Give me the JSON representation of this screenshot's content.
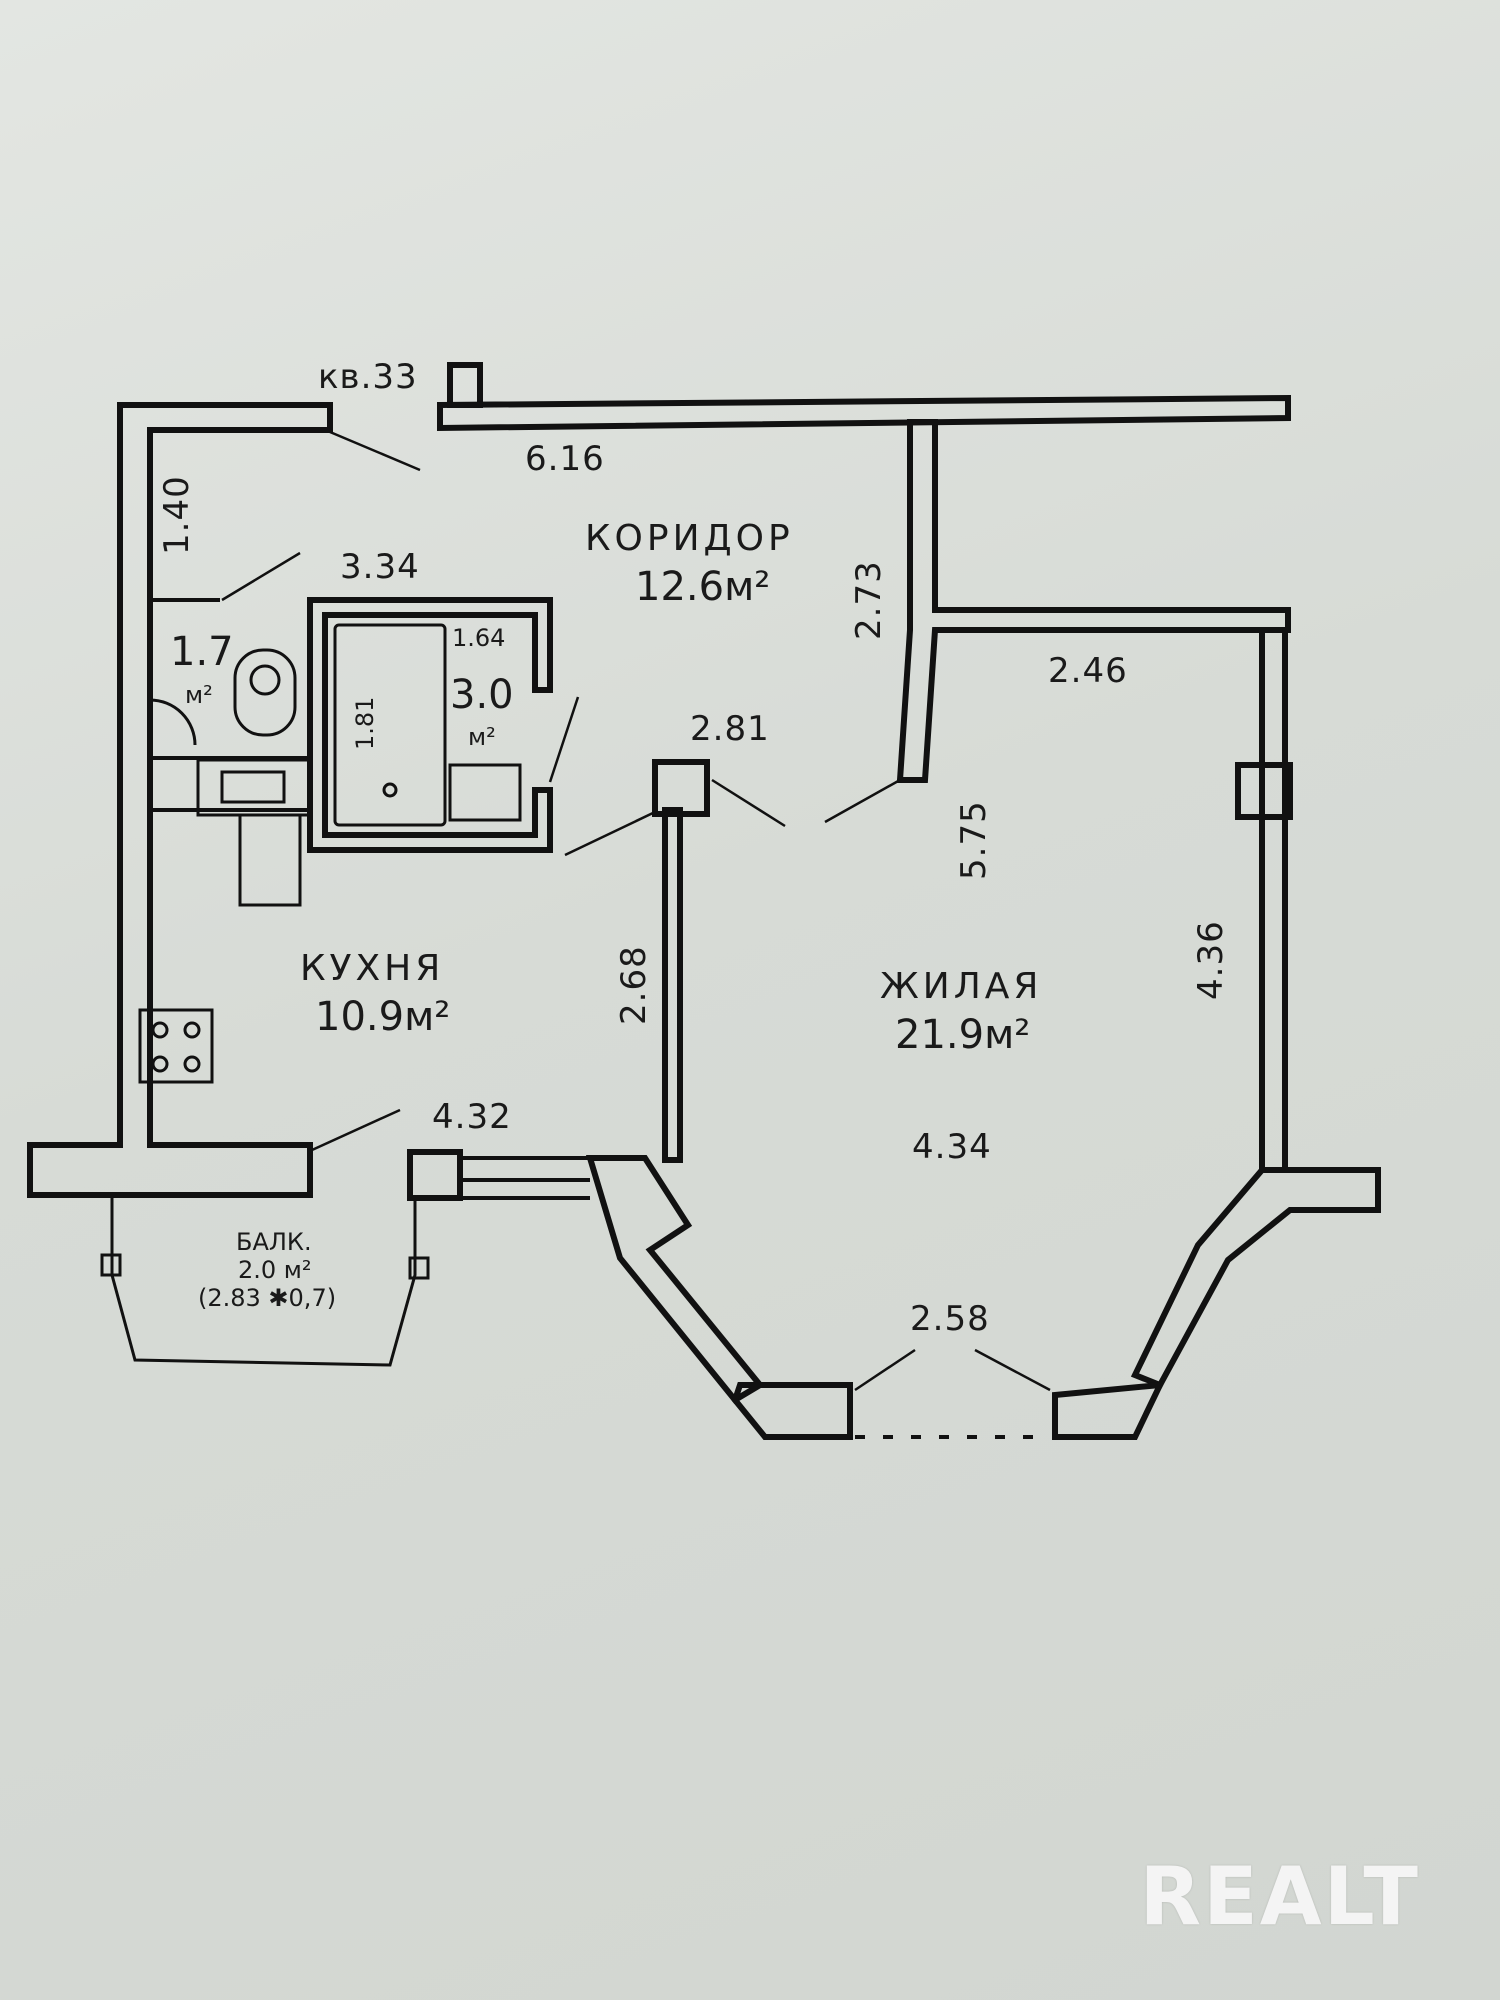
{
  "plan": {
    "apartment_label": "кв.33",
    "rooms": {
      "corridor": {
        "name": "КОРИДОР",
        "area": "12.6м²"
      },
      "kitchen": {
        "name": "КУХНЯ",
        "area": "10.9м²"
      },
      "living": {
        "name": "ЖИЛАЯ",
        "area": "21.9м²"
      },
      "toilet": {
        "area_value": "1.7",
        "area_unit": "м²"
      },
      "bathroom": {
        "area_value": "3.0",
        "area_unit": "м²"
      },
      "balcony": {
        "name": "БАЛК.",
        "area": "2.0 м²",
        "size": "(2.83 ✱0,7)"
      }
    },
    "dimensions": {
      "corridor_top": "6.16",
      "corridor_left": "1.40",
      "corridor_mid": "3.34",
      "corridor_right": "2.73",
      "bath_width": "1.64",
      "bath_height": "1.81",
      "corridor_opening": "2.81",
      "living_top": "2.46",
      "living_inner": "5.75",
      "living_right": "4.36",
      "kitchen_right": "2.68",
      "kitchen_bottom": "4.32",
      "living_width": "4.34",
      "bay_window": "2.58"
    }
  },
  "watermark": "REALT"
}
